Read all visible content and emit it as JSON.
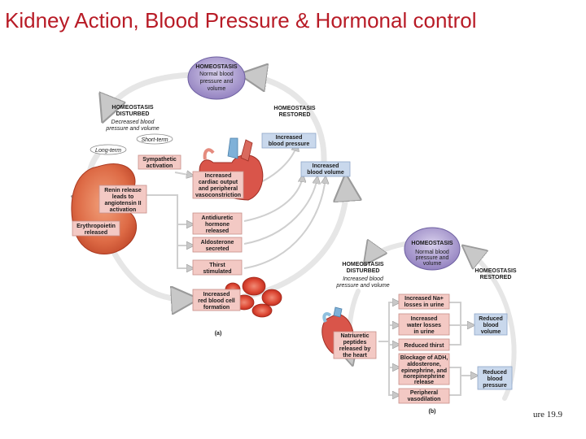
{
  "title": "Kidney Action, Blood Pressure & Hormonal control",
  "figure_ref": "ure 19.9",
  "colors": {
    "title": "#b81b26",
    "box_pink": "#f3c9c4",
    "box_blue": "#c9d8ec",
    "homeostasis": "#9b8bc4",
    "arrow": "#e4e4e4",
    "kidney": "#d9603f",
    "rbc": "#d83b2c"
  },
  "panel_a": {
    "label": "(a)",
    "homeostasis_top": [
      "HOMEOSTASIS",
      "Normal blood",
      "pressure and",
      "volume"
    ],
    "disturbed": [
      "HOMEOSTASIS",
      "DISTURBED"
    ],
    "disturbed_desc": [
      "Decreased blood",
      "pressure and volume"
    ],
    "restored": [
      "HOMEOSTASIS",
      "RESTORED"
    ],
    "short_term": "Short-term",
    "long_term": "Long-term",
    "sympathetic": [
      "Sympathetic",
      "activation"
    ],
    "renin": [
      "Renin release",
      "leads to",
      "angiotensin II",
      "activation"
    ],
    "erythropoietin": [
      "Erythropoietin",
      "released"
    ],
    "cardiac": [
      "Increased",
      "cardiac output",
      "and peripheral",
      "vasoconstriction"
    ],
    "adh": [
      "Antidiuretic",
      "hormone",
      "released"
    ],
    "aldosterone": [
      "Aldosterone",
      "secreted"
    ],
    "thirst": [
      "Thirst",
      "stimulated"
    ],
    "rbc": [
      "Increased",
      "red blood cell",
      "formation"
    ],
    "increased_bp": [
      "Increased",
      "blood pressure"
    ],
    "increased_bv": [
      "Increased",
      "blood volume"
    ]
  },
  "panel_b": {
    "label": "(b)",
    "homeostasis_top": [
      "HOMEOSTASIS",
      "Normal blood",
      "pressure and",
      "volume"
    ],
    "disturbed": [
      "HOMEOSTASIS",
      "DISTURBED"
    ],
    "disturbed_desc": [
      "Increased blood",
      "pressure and volume"
    ],
    "restored": [
      "HOMEOSTASIS",
      "RESTORED"
    ],
    "natriuretic": [
      "Natriuretic",
      "peptides",
      "released by",
      "the heart"
    ],
    "na_losses": [
      "Increased Na+",
      "losses in urine"
    ],
    "water_losses": [
      "Increased",
      "water losses",
      "in urine"
    ],
    "reduced_thirst": [
      "Reduced thirst"
    ],
    "blockage": [
      "Blockage of ADH,",
      "aldosterone,",
      "epinephrine, and",
      "norepinephrine",
      "release"
    ],
    "vasodilation": [
      "Peripheral",
      "vasodilation"
    ],
    "reduced_bv": [
      "Reduced",
      "blood",
      "volume"
    ],
    "reduced_bp": [
      "Reduced",
      "blood",
      "pressure"
    ]
  }
}
